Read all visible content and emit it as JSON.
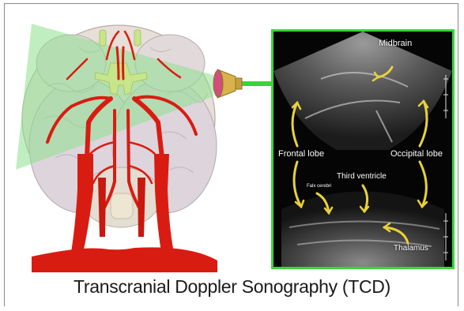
{
  "caption": "Transcranial Doppler Sonography (TCD)",
  "ultrasound_labels": {
    "midbrain": "Midbrain",
    "frontal_lobe": "Frontal lobe",
    "occipital_lobe": "Occipital lobe",
    "third_ventricle": "Third ventricle",
    "falx_cerebri": "Falx cerebri",
    "thalamus": "Thalamus"
  },
  "colors": {
    "frame_green": "#37d637",
    "arrow_yellow": "#e8d23a",
    "artery_red": "#d91c12",
    "beam_green": "#8ee08e",
    "probe_gold": "#d8b24a"
  }
}
